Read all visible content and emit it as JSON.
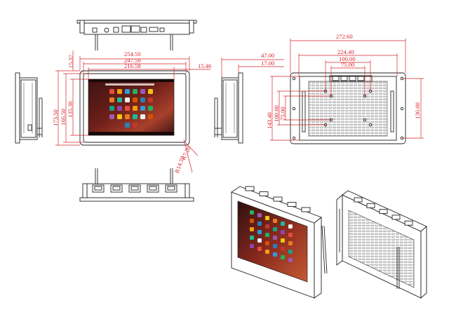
{
  "dimensions": {
    "top_width_outer": "254.50",
    "top_width_mid": "247.50",
    "top_width_inner": "216.58",
    "top_offset": "15.46",
    "left_height_1": "15.37",
    "left_height_outer": "173.50",
    "left_height_mid": "166.50",
    "left_height_inner": "135.36",
    "corner_radius": "R7.20",
    "diagonal": "R14.32",
    "side_depth": "47.00",
    "side_depth_inner": "17.00",
    "back_width_outer": "272.60",
    "back_width_holes": "224.40",
    "back_width_vesa100": "100.00",
    "back_width_vesa75": "75.00",
    "back_height_outer": "136.00",
    "back_height_holes": "143.40",
    "back_height_vesa100": "100.00",
    "back_height_vesa75": "75.00"
  },
  "colors": {
    "dimension": "#d9232a",
    "outline": "#222222",
    "screen_dark": "#2a1212",
    "screen_warm": "#c0392b"
  },
  "icons": [
    "browser-icon",
    "settings-icon",
    "store-icon",
    "camera-icon",
    "mail-icon",
    "music-icon",
    "gallery-icon",
    "maps-icon",
    "clock-icon",
    "files-icon",
    "calendar-icon",
    "calculator-icon",
    "phone-icon",
    "contacts-icon"
  ]
}
